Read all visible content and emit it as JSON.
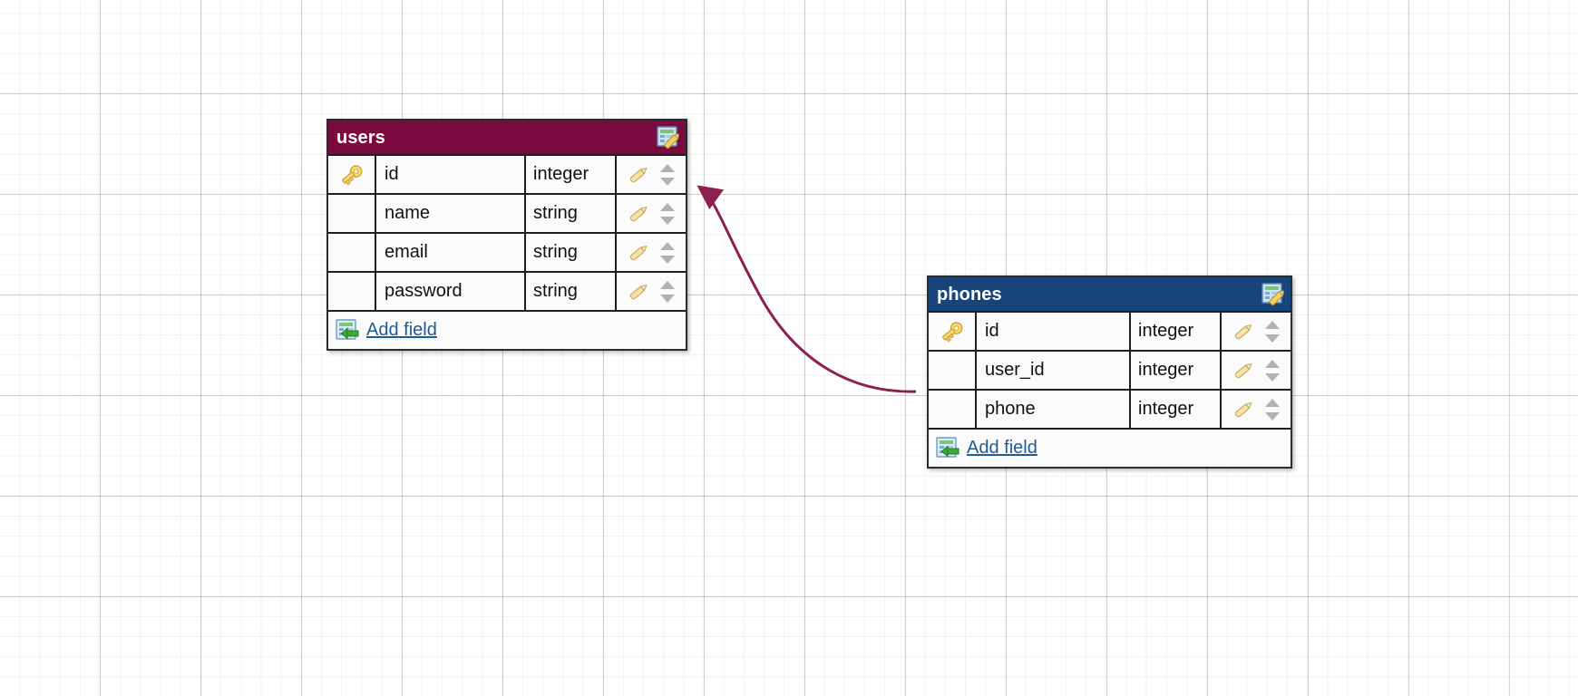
{
  "canvas": {
    "background_color": "#ffffff",
    "grid_minor_color": "#e8e8e8",
    "grid_major_color": "#d8d8d8"
  },
  "relationship": {
    "color": "#8c2050",
    "from_table": "phones",
    "from_field": "user_id",
    "to_table": "users",
    "to_field": "id",
    "arrow_direction": "left"
  },
  "tables": [
    {
      "name": "users",
      "header_color": "#7d0a3e",
      "edit_icon": "table-edit-icon",
      "add_field_label": "Add field",
      "add_field_icon": "add-field-icon",
      "columns": [
        "key",
        "name",
        "type",
        "actions"
      ],
      "fields": [
        {
          "key": "primary-key",
          "name": "id",
          "type": "integer",
          "edit_icon": "pencil-icon",
          "sort_icon": "sort-arrows-icon"
        },
        {
          "key": "",
          "name": "name",
          "type": "string",
          "edit_icon": "pencil-icon",
          "sort_icon": "sort-arrows-icon"
        },
        {
          "key": "",
          "name": "email",
          "type": "string",
          "edit_icon": "pencil-icon",
          "sort_icon": "sort-arrows-icon"
        },
        {
          "key": "",
          "name": "password",
          "type": "string",
          "edit_icon": "pencil-icon",
          "sort_icon": "sort-arrows-icon"
        }
      ]
    },
    {
      "name": "phones",
      "header_color": "#17457a",
      "edit_icon": "table-edit-icon",
      "add_field_label": "Add field",
      "add_field_icon": "add-field-icon",
      "columns": [
        "key",
        "name",
        "type",
        "actions"
      ],
      "fields": [
        {
          "key": "primary-key",
          "name": "id",
          "type": "integer",
          "edit_icon": "pencil-icon",
          "sort_icon": "sort-arrows-icon"
        },
        {
          "key": "",
          "name": "user_id",
          "type": "integer",
          "edit_icon": "pencil-icon",
          "sort_icon": "sort-arrows-icon"
        },
        {
          "key": "",
          "name": "phone",
          "type": "integer",
          "edit_icon": "pencil-icon",
          "sort_icon": "sort-arrows-icon"
        }
      ]
    }
  ]
}
